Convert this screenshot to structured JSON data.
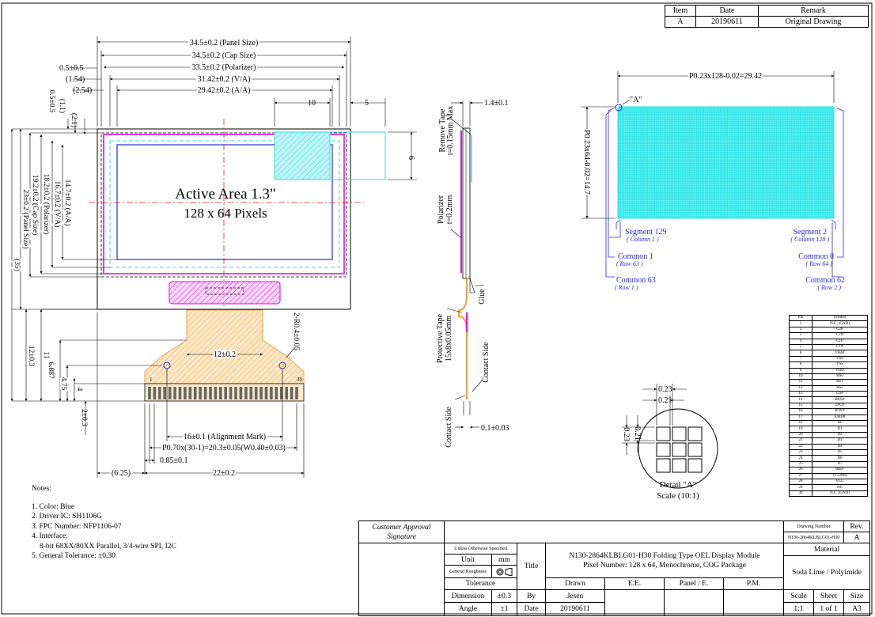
{
  "revision_table": {
    "headers": [
      "Item",
      "Date",
      "Remark"
    ],
    "rows": [
      [
        "A",
        "20190611",
        "Original Drawing"
      ]
    ]
  },
  "front_view": {
    "active_area_title": "Active Area 1.3\"",
    "pixels": "128 x 64 Pixels",
    "dims": {
      "panel_size": "34.5±0.2 (Panel Size)",
      "cap_size": "34.5±0.2 (Cap Size)",
      "polarizer": "33.5±0.2 (Polarizer)",
      "va": "31.42±0.2 (V/A)",
      "aa": "29.42±0.2 (A/A)",
      "left_0_5": "0.5±0.5",
      "left_1_54": "(1.54)",
      "left_2_54": "(2.54)",
      "ten": "10",
      "five": "5",
      "v_0_5": "0.5±0.5",
      "v_1_1": "(1.1)",
      "v_2_1": "(2.1)",
      "v_aa": "14.7±0.2 (A/A)",
      "v_va": "16.7±0.2 (V/A)",
      "v_pol": "18.2±0.2 (Polarizer)",
      "v_cap": "19.2±0.2 (Cap Size)",
      "v_panel": "23±0.2 (Panel Size)",
      "v_35": "(35)",
      "v_12": "12±0.3",
      "v_11": "11",
      "v_6887": "6.887",
      "v_475": "4.75",
      "v_4": "4",
      "v_2": "2±0.3",
      "six": "6",
      "r04": "2-R0.4±0.05",
      "w12": "12±0.2",
      "pin1": "1",
      "pin30": "30",
      "align": "16±0.1 (Alignment Mark)",
      "pitch": "P0.70x(30-1)=20.3±0.05(W0.40±0.03)",
      "d085": "0.85±0.1",
      "d625": "(6.25)",
      "d22": "22±0.2"
    }
  },
  "side_view": {
    "remove_tape": "Remove Tape",
    "remove_tape_t": "t=0.15mm Max",
    "thick": "1.4±0.1",
    "polarizer": "Polarizer",
    "polarizer_t": "t=0.2mm",
    "glue": "Glue",
    "protective": "Protective Tape",
    "protective_size": "15x8x0.05mm",
    "contact_side1": "Contact Side",
    "contact_side2": "Contact Side",
    "d01": "0.1±0.03"
  },
  "pixel_view": {
    "width": "P0.23x128-0.02=29.42",
    "height": "P0.23x64-0.02=14.7",
    "detail_a": "\"A\"",
    "seg129": "Segment 129",
    "col1": "( Column 1 )",
    "seg2": "Segment 2",
    "col128": "( Column 128 )",
    "common1": "Common 1",
    "row63": "( Row 63 )",
    "common0": "Common 0",
    "row64": "( Row 64 )",
    "common63": "Common 63",
    "row1": "( Row 1 )",
    "common62": "Common 62",
    "row2": "( Row 2 )"
  },
  "detail": {
    "h023": "0.23",
    "h021": "0.21",
    "v023": "0.23",
    "v021": "0.21",
    "title": "Detail \"A\"",
    "scale": "Scale (10:1)"
  },
  "pin_table": {
    "headers": [
      "Pin",
      "Symbol"
    ],
    "rows": [
      [
        "1",
        "N.C. (GND)"
      ],
      [
        "2",
        "C2P"
      ],
      [
        "3",
        "C2N"
      ],
      [
        "4",
        "C1P"
      ],
      [
        "5",
        "C1N"
      ],
      [
        "6",
        "VBAT"
      ],
      [
        "7",
        "VSS"
      ],
      [
        "8",
        "VSS"
      ],
      [
        "9",
        "VDD"
      ],
      [
        "10",
        "BS0"
      ],
      [
        "11",
        "BS1"
      ],
      [
        "12",
        "BS2"
      ],
      [
        "13",
        "CS#"
      ],
      [
        "14",
        "RES#"
      ],
      [
        "15",
        "D/C#"
      ],
      [
        "16",
        "R/W#"
      ],
      [
        "17",
        "E/RD#"
      ],
      [
        "18",
        "D0"
      ],
      [
        "19",
        "D1"
      ],
      [
        "20",
        "D2"
      ],
      [
        "21",
        "D3"
      ],
      [
        "22",
        "D4"
      ],
      [
        "23",
        "D5"
      ],
      [
        "24",
        "D6"
      ],
      [
        "25",
        "D7"
      ],
      [
        "26",
        "IREF"
      ],
      [
        "27",
        "VCOMH"
      ],
      [
        "28",
        "VCC"
      ],
      [
        "29",
        "NC"
      ],
      [
        "30",
        "N.C. (GND)"
      ]
    ]
  },
  "notes": {
    "title": "Notes:",
    "items": [
      "1. Color: Blue",
      "2. Driver IC: SH1106G",
      "3. FPC Number: NFP1106-07",
      "4. Interface:",
      "8-bit 68XX/80XX Parallel, 3/4-wire SPI, I2C",
      "5. General Tolerance: ±0.30"
    ]
  },
  "title_block": {
    "customer_approval": "Customer Approval",
    "signature": "Signature",
    "drawing_number_label": "Drawing Number",
    "rev_label": "Rev.",
    "drawing_number": "N130-2864KLBLG01-H30",
    "rev": "A",
    "unless": "Unless Otherwise Specified",
    "unit_label": "Unit",
    "unit": "mm",
    "title_label": "Title",
    "title_line1": "N130-2864KLBLG01-H30 Folding Type OEL Display Module",
    "title_line2": "Pixel Number: 128 x 64, Monochrome, COG Package",
    "material_label": "Material",
    "material": "Soda Lime / Polyimide",
    "roughness": "General Roughness",
    "tolerance": "Tolerance",
    "drawn": "Drawn",
    "ee": "E.E.",
    "panel_e": "Panel / E.",
    "pm": "P.M.",
    "dimension": "Dimension",
    "dim_tol": "±0.3",
    "by": "By",
    "by_name": "Jesen",
    "scale_label": "Scale",
    "sheet_label": "Sheet",
    "size_label": "Size",
    "angle": "Angle",
    "angle_tol": "±1",
    "date_label": "Date",
    "date": "20190611",
    "scale": "1:1",
    "sheet": "1 of 1",
    "size": "A3"
  },
  "colors": {
    "outline": "#000000",
    "magenta": "#e000e0",
    "blue": "#2a2ad8",
    "cyan": "#3ad8e8",
    "red": "#e02020",
    "fpc_orange": "#f0a040",
    "dim_text": "#000000"
  }
}
